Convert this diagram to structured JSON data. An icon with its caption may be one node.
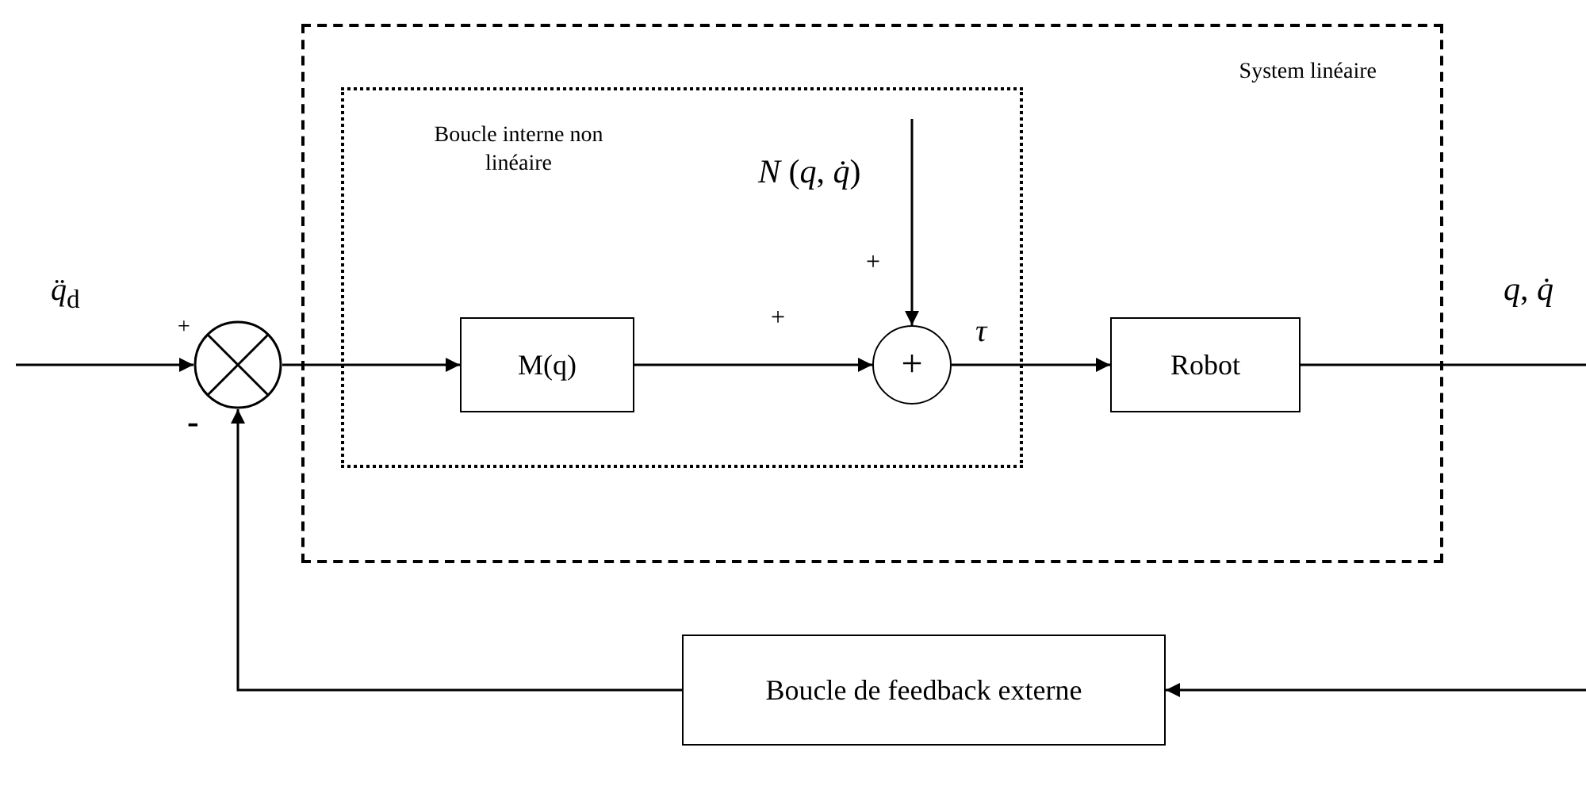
{
  "diagram": {
    "nodes": [
      {
        "text": [
          "System linéaire"
        ]
      },
      {
        "text": [
          "Boucle interne non linéaire"
        ],
        "in": 0
      },
      {
        "text": [],
        "shape": "circle"
      },
      {
        "text": [
          "M(q)"
        ],
        "in": 1
      },
      {
        "text": [
          "+"
        ],
        "in": 1
      },
      {
        "text": [
          "Robot"
        ],
        "in": 0
      },
      {
        "text": [
          "Boucle de feedback externe"
        ]
      }
    ],
    "edges": [
      {
        "from": null,
        "to": 2,
        "arrow": "to",
        "label": "*q̈*$_{d}$"
      },
      {
        "from": 2,
        "to": 3,
        "arrow": "to"
      },
      {
        "from": 3,
        "to": 4,
        "arrow": "to"
      },
      {
        "from": null,
        "to": 4,
        "arrow": "to",
        "label": "*N* (*q*, *q̇*)"
      },
      {
        "from": 4,
        "to": 5,
        "arrow": "to",
        "label": "τ"
      },
      {
        "from": 5,
        "to": null,
        "arrow": "none",
        "label": "*q*, *q̇*"
      },
      {
        "from": null,
        "to": 6,
        "arrow": "to"
      },
      {
        "from": 6,
        "to": 2,
        "arrow": "to"
      }
    ],
    "labels": [
      "+",
      "-",
      "+",
      "+"
    ]
  }
}
